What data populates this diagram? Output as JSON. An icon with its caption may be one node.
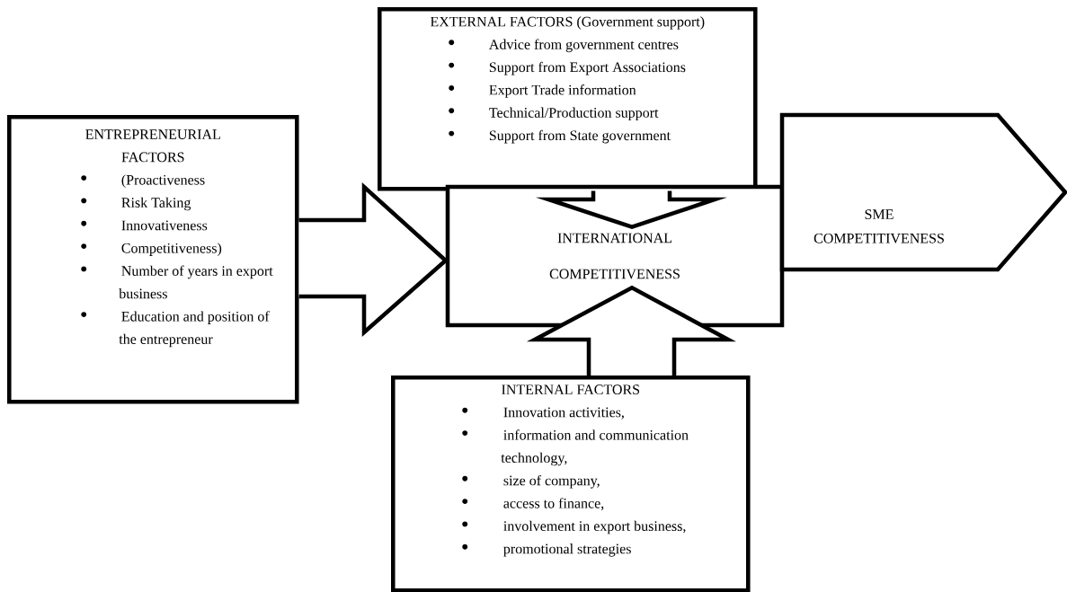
{
  "diagram": {
    "nodes": [
      {
        "text": [
          "ENTREPRENEURIAL FACTORS",
          "(Proactiveness",
          "Risk Taking",
          "Innovativeness",
          "Competitiveness)",
          "Number of years in export business",
          "Education and position of the entrepreneur"
        ]
      },
      {
        "text": [
          "EXTERNAL FACTORS (Government support)",
          "Advice from government centres",
          "Support from Export Associations",
          "Export Trade information",
          "Technical/Production support",
          "Support from State government"
        ]
      },
      {
        "text": [
          "INTERNATIONAL COMPETITIVENESS"
        ]
      },
      {
        "text": [
          "SME COMPETITIVENESS"
        ]
      },
      {
        "text": [
          "INTERNAL FACTORS",
          "Innovation activities,",
          "information and communication technology,",
          "size of company,",
          "access to finance,",
          "involvement in export business,",
          "promotional strategies"
        ]
      }
    ],
    "edges": [
      {
        "from": 0,
        "to": 2,
        "arrow": "to"
      },
      {
        "from": 1,
        "to": 2,
        "arrow": "to"
      },
      {
        "from": 4,
        "to": 2,
        "arrow": "to"
      }
    ]
  }
}
